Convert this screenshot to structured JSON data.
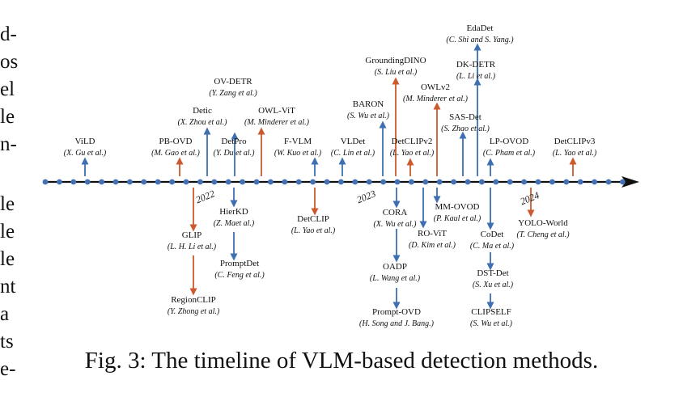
{
  "left_margin_fragments": [
    "d-",
    "os",
    "el",
    "le",
    "n-",
    "le",
    "le",
    "le",
    "nt",
    "a",
    "ts",
    "e-"
  ],
  "caption": "Fig. 3: The timeline of VLM-based detection methods.",
  "year_labels": [
    "2022",
    "2023",
    "2024"
  ],
  "colors": {
    "blue": "#3d6fb1",
    "red": "#cc5a2e",
    "axis": "#111111",
    "dot": "#4470b4"
  },
  "methods": [
    {
      "name": "ViLD",
      "authors": "(X. Gu et al.)",
      "color": "blue"
    },
    {
      "name": "PB-OVD",
      "authors": "(M. Gao et al.)",
      "color": "red"
    },
    {
      "name": "Detic",
      "authors": "(X. Zhou et al.)",
      "color": "blue"
    },
    {
      "name": "OV-DETR",
      "authors": "(Y. Zang et al.)",
      "color": "blue"
    },
    {
      "name": "DetPro",
      "authors": "(Y. Du et al.)",
      "color": "blue"
    },
    {
      "name": "OWL-ViT",
      "authors": "(M. Minderer et al.)",
      "color": "red"
    },
    {
      "name": "F-VLM",
      "authors": "(W. Kuo et al.)",
      "color": "blue"
    },
    {
      "name": "VLDet",
      "authors": "(C. Lin et al.)",
      "color": "blue"
    },
    {
      "name": "BARON",
      "authors": "(S. Wu et al.)",
      "color": "blue"
    },
    {
      "name": "GroundingDINO",
      "authors": "(S. Liu et al.)",
      "color": "red"
    },
    {
      "name": "DetCLIPv2",
      "authors": "(L. Yao et al.)",
      "color": "red"
    },
    {
      "name": "OWLv2",
      "authors": "(M. Minderer et al.)",
      "color": "red"
    },
    {
      "name": "SAS-Det",
      "authors": "(S. Zhao et al.)",
      "color": "blue"
    },
    {
      "name": "EdaDet",
      "authors": "(C. Shi and S. Yang.)",
      "color": "blue"
    },
    {
      "name": "DK-DETR",
      "authors": "(L. Li et al.)",
      "color": "blue"
    },
    {
      "name": "LP-OVOD",
      "authors": "(C. Pham et al.)",
      "color": "blue"
    },
    {
      "name": "DetCLIPv3",
      "authors": "(L. Yao et al.)",
      "color": "red"
    },
    {
      "name": "GLIP",
      "authors": "(L. H. Li et al.)",
      "color": "red"
    },
    {
      "name": "RegionCLIP",
      "authors": "(Y. Zhong et al.)",
      "color": "red"
    },
    {
      "name": "HierKD",
      "authors": "(Z. Maet al.)",
      "color": "blue"
    },
    {
      "name": "PromptDet",
      "authors": "(C. Feng et al.)",
      "color": "blue"
    },
    {
      "name": "DetCLIP",
      "authors": "(L. Yao et al.)",
      "color": "red"
    },
    {
      "name": "CORA",
      "authors": "(X. Wu et al.)",
      "color": "blue"
    },
    {
      "name": "OADP",
      "authors": "(L. Wang et al.)",
      "color": "blue"
    },
    {
      "name": "Prompt-OVD",
      "authors": "(H. Song and J. Bang.)",
      "color": "blue"
    },
    {
      "name": "RO-ViT",
      "authors": "(D. Kim et al.)",
      "color": "blue"
    },
    {
      "name": "MM-OVOD",
      "authors": "(P. Kaul et al.)",
      "color": "blue"
    },
    {
      "name": "CoDet",
      "authors": "(C. Ma et al.)",
      "color": "blue"
    },
    {
      "name": "DST-Det",
      "authors": "(S. Xu et al.)",
      "color": "blue"
    },
    {
      "name": "CLIPSELF",
      "authors": "(S. Wu et al.)",
      "color": "blue"
    },
    {
      "name": "YOLO-World",
      "authors": "(T. Cheng et al.)",
      "color": "red"
    }
  ]
}
